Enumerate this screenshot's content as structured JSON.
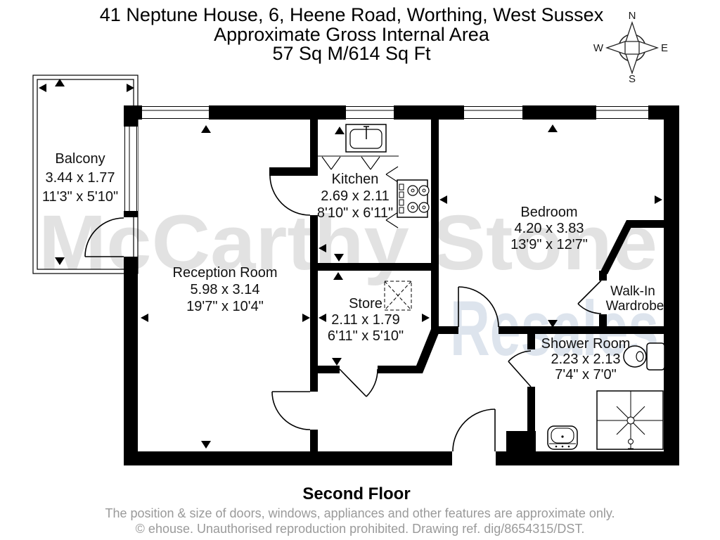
{
  "title": {
    "address": "41 Neptune House, 6, Heene Road, Worthing, West Sussex",
    "area_label": "Approximate Gross Internal Area",
    "area_value": "57 Sq M/614 Sq Ft"
  },
  "compass": {
    "n": "N",
    "e": "E",
    "s": "S",
    "w": "W"
  },
  "watermark": {
    "primary": "McCarthy Stone",
    "secondary": "Resales",
    "primary_color": "#e2e2e2",
    "secondary_color": "#dde4ed"
  },
  "rooms": {
    "balcony": {
      "name": "Balcony",
      "metric": "3.44 x 1.77",
      "imperial": "11'3\" x 5'10\""
    },
    "reception": {
      "name": "Reception Room",
      "metric": "5.98 x 3.14",
      "imperial": "19'7\" x 10'4\""
    },
    "kitchen": {
      "name": "Kitchen",
      "metric": "2.69 x 2.11",
      "imperial": "8'10\" x 6'11\""
    },
    "store": {
      "name": "Store",
      "metric": "2.11 x 1.79",
      "imperial": "6'11\" x 5'10\""
    },
    "bedroom": {
      "name": "Bedroom",
      "metric": "4.20 x 3.83",
      "imperial": "13'9\" x 12'7\""
    },
    "wardrobe": {
      "line1": "Walk-In",
      "line2": "Wardrobe"
    },
    "shower": {
      "name": "Shower Room",
      "metric": "2.23 x 2.13",
      "imperial": "7'4\" x 7'0\""
    }
  },
  "footer": {
    "floor_label": "Second Floor",
    "disclaimer": "The position & size of doors, windows, appliances and other features are approximate only.",
    "copyright": "© ehouse. Unauthorised reproduction prohibited. Drawing ref. dig/8654315/DST."
  },
  "plan_colors": {
    "wall": "#000000",
    "label": "#111111",
    "footer_text": "#9a9a9a"
  }
}
